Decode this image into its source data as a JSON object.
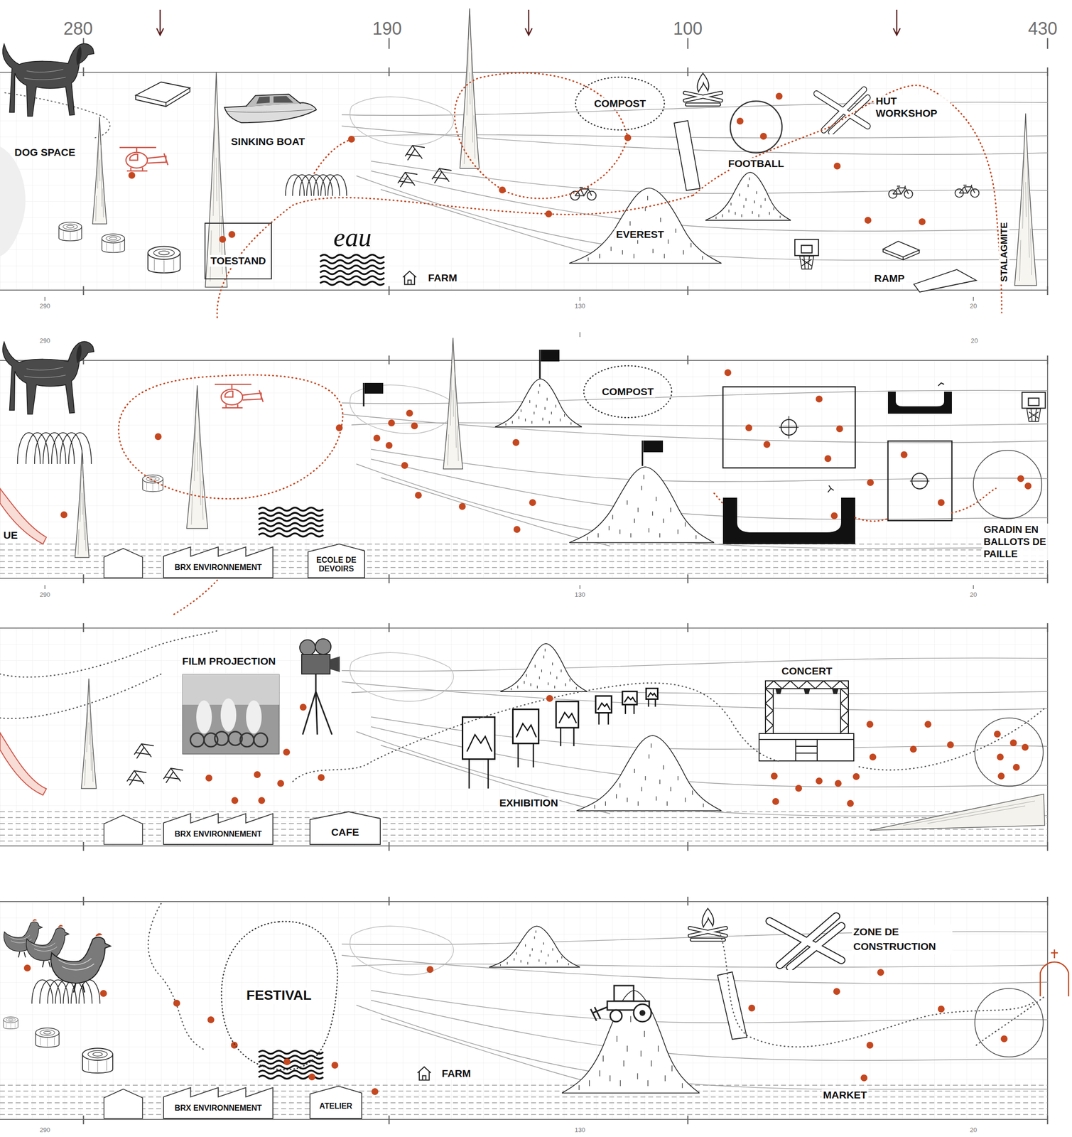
{
  "diagram": {
    "nodes": [
      {
        "text": [
          "TOESTAND"
        ]
      },
      {
        "text": [
          "COMPOST"
        ]
      },
      {
        "text": [
          "FOOTBALL"
        ]
      },
      {
        "text": [
          "COMPOST"
        ]
      },
      {
        "text": [
          "BRX ENVIRONNEMENT"
        ]
      },
      {
        "text": [
          "ECOLE DE DEVOIRS"
        ]
      },
      {
        "text": [
          "BRX ENVIRONNEMENT"
        ]
      },
      {
        "text": [
          "CAFE"
        ]
      },
      {
        "text": [
          "FESTIVAL"
        ]
      },
      {
        "text": [
          "BRX ENVIRONNEMENT"
        ]
      },
      {
        "text": [
          "ATELIER"
        ]
      }
    ],
    "labels": [
      "280",
      "190",
      "100",
      "430",
      "DOG SPACE",
      "SINKING BOAT",
      "eau",
      "FARM",
      "EVEREST",
      "HUT WORKSHOP",
      "RAMP",
      "STALAGMITE",
      "290",
      "130",
      "20",
      "290",
      "20",
      "UE",
      "GRADIN EN BALLOTS DE PAILLE",
      "290",
      "130",
      "20",
      "FILM PROJECTION",
      "EXHIBITION",
      "CONCERT",
      "ZONE DE CONSTRUCTION",
      "FARM",
      "MARKET",
      "290",
      "130",
      "20"
    ]
  }
}
